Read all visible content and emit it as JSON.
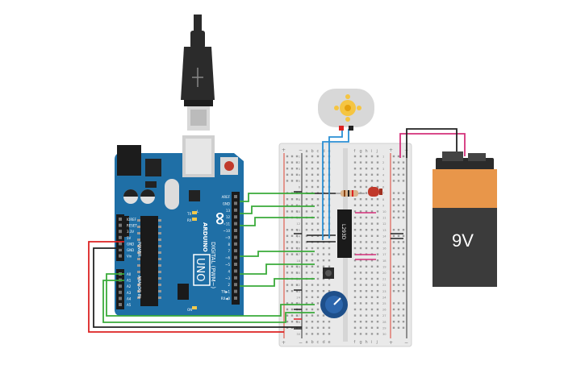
{
  "arduino": {
    "brand_symbol": "∞",
    "brand": "ARDUINO",
    "model": "UNO",
    "digital_label": "DIGITAL (PWM~)",
    "power_label": "POWER",
    "analog_label": "ANALOG IN",
    "tx_label": "TX",
    "rx_label": "RX",
    "l_label": "L",
    "on_label": "ON",
    "top_pins": [
      "AREF",
      "GND",
      "13",
      "12",
      "~11",
      "~10",
      "~9",
      "8",
      "7",
      "~6",
      "~5",
      "4",
      "~3",
      "2",
      "TX▶1",
      "RX◀0"
    ],
    "power_pins": [
      "IOREF",
      "RESET",
      "3.3V",
      "5V",
      "GND",
      "GND",
      "Vin"
    ],
    "analog_pins": [
      "A0",
      "A1",
      "A2",
      "A3",
      "A4",
      "A5"
    ]
  },
  "breadboard": {
    "columns_top": [
      "a",
      "b",
      "c",
      "d",
      "e",
      "f",
      "g",
      "h",
      "i",
      "j"
    ],
    "columns_bottom": [
      "a",
      "b",
      "c",
      "d",
      "e",
      "f",
      "g",
      "h",
      "i",
      "j"
    ],
    "rail_plus": "+",
    "rail_minus": "−",
    "row_numbers": [
      "1",
      "2",
      "3",
      "4",
      "5",
      "6",
      "7",
      "8",
      "9",
      "10",
      "11",
      "12",
      "13",
      "14",
      "15",
      "16",
      "17",
      "18",
      "19",
      "20",
      "21",
      "22",
      "23",
      "24",
      "25",
      "26",
      "27",
      "28",
      "29",
      "30"
    ]
  },
  "ic": {
    "label": "L293D"
  },
  "battery": {
    "label": "9V"
  },
  "colors": {
    "pcb": "#1f6fa6",
    "wire_green": "#3aab3a",
    "wire_red": "#d22",
    "wire_black": "#222222",
    "wire_blue": "#2a8fd4",
    "wire_pink": "#d4317a",
    "battery_orange": "#e8964a",
    "battery_body": "#3b3b3b"
  },
  "icons": [
    "usb-cable-icon",
    "dc-motor-icon",
    "led-icon",
    "resistor-icon",
    "pushbutton-icon",
    "potentiometer-icon",
    "battery-icon"
  ]
}
